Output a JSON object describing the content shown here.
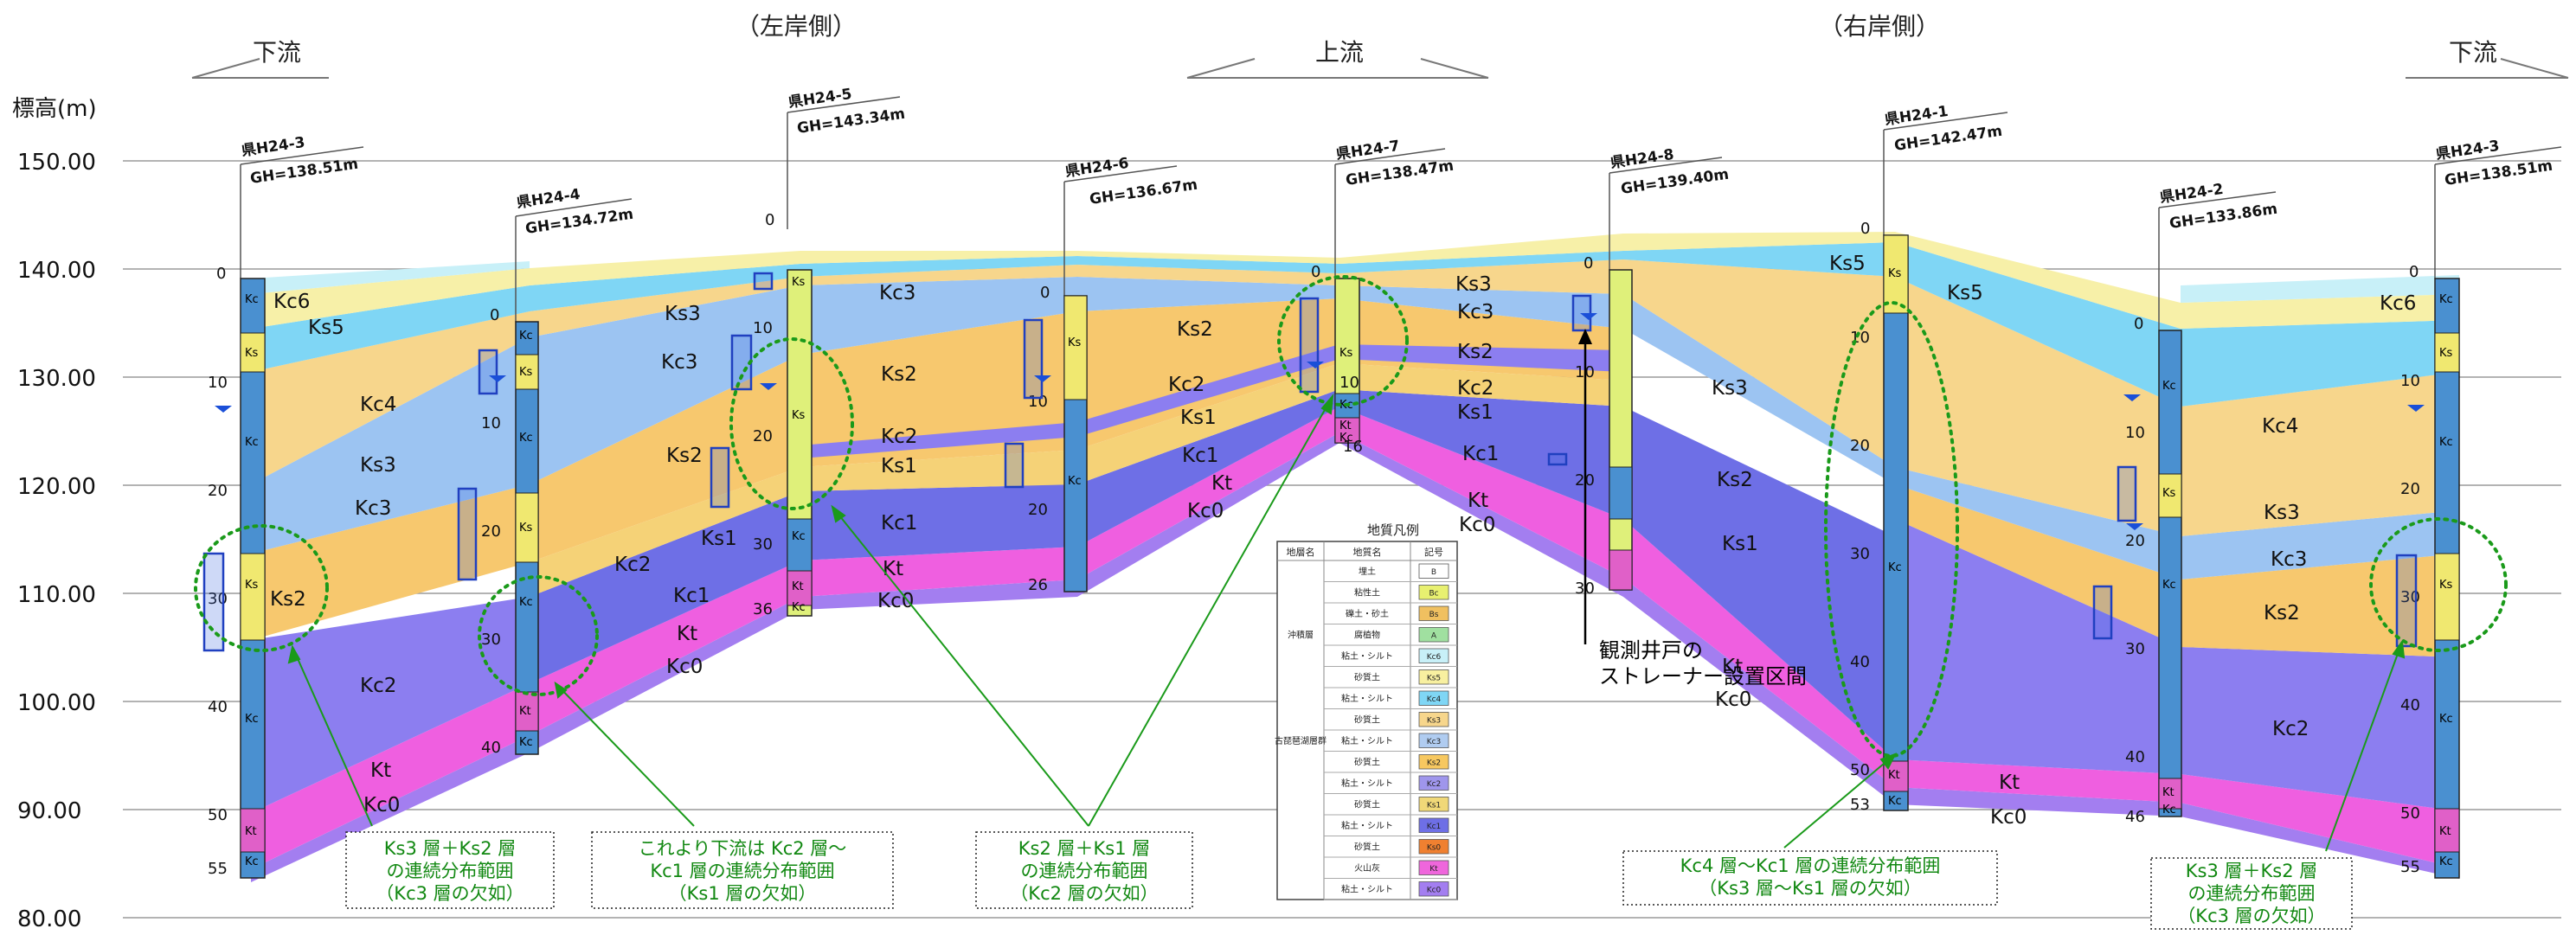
{
  "header": {
    "downstream_left": "下流",
    "left_bank": "（左岸側）",
    "upstream": "上流",
    "right_bank": "（右岸側）",
    "downstream_right": "下流"
  },
  "axis": {
    "label": "標高(m)",
    "ticks": [
      "150.00",
      "140.00",
      "130.00",
      "120.00",
      "110.00",
      "100.00",
      "90.00",
      "80.00"
    ]
  },
  "boreholes": [
    {
      "name": "県H24-3",
      "gh": "GH=138.51m",
      "depths": [
        "0",
        "10",
        "20",
        "30",
        "40",
        "50",
        "55"
      ]
    },
    {
      "name": "県H24-4",
      "gh": "GH=134.72m",
      "depths": [
        "0",
        "10",
        "20",
        "30",
        "40"
      ]
    },
    {
      "name": "県H24-5",
      "gh": "GH=143.34m",
      "depths": [
        "0",
        "10",
        "20",
        "30",
        "36"
      ]
    },
    {
      "name": "県H24-6",
      "gh": "GH=136.67m",
      "depths": [
        "0",
        "10",
        "20",
        "26"
      ]
    },
    {
      "name": "県H24-7",
      "gh": "GH=138.47m",
      "depths": [
        "0",
        "10",
        "16"
      ]
    },
    {
      "name": "県H24-8",
      "gh": "GH=139.40m",
      "depths": [
        "0",
        "10",
        "20",
        "30"
      ]
    },
    {
      "name": "県H24-1",
      "gh": "GH=142.47m",
      "depths": [
        "0",
        "10",
        "20",
        "30",
        "40",
        "50",
        "53"
      ]
    },
    {
      "name": "県H24-2",
      "gh": "GH=133.86m",
      "depths": [
        "0",
        "10",
        "20",
        "30",
        "40",
        "46"
      ]
    },
    {
      "name": "県H24-3",
      "gh": "GH=138.51m",
      "depths": [
        "0",
        "10",
        "20",
        "30",
        "40",
        "50",
        "55"
      ]
    }
  ],
  "core_codes": {
    "h3a": [
      "Kc",
      "Ks",
      "Kc",
      "Ks",
      "Kc",
      "Kt",
      "Kc"
    ],
    "h4": [
      "Kc",
      "Ks",
      "Kc",
      "Ks",
      "Kc",
      "Kt",
      "Kc"
    ],
    "h5": [
      "Ks",
      "Ks",
      "Kc",
      "Kt",
      "Kc"
    ],
    "h6": [
      "Ks",
      "Kc"
    ],
    "h7": [
      "Ks",
      "Kc",
      "Kt",
      "Kc"
    ],
    "h1": [
      "Ks",
      "Kc",
      "Kt",
      "Kc"
    ],
    "h2": [
      "Kc",
      "Ks",
      "Kc",
      "Kt",
      "Kc"
    ],
    "h3b": [
      "Kc",
      "Ks",
      "Kc",
      "Ks",
      "Kc",
      "Kt",
      "Kc"
    ]
  },
  "layer_labels": [
    "Kc6",
    "Ks5",
    "Kc4",
    "Ks3",
    "Kc3",
    "Ks2",
    "Kc2",
    "Kt",
    "Kc0",
    "Ks3",
    "Kc3",
    "Ks2",
    "Ks1",
    "Kc2",
    "Kc1",
    "Kt",
    "Kc0",
    "Kc3",
    "Ks2",
    "Kc2",
    "Ks1",
    "Kc1",
    "Kt",
    "Kc0",
    "Ks2",
    "Kc2",
    "Ks1",
    "Kc1",
    "Kt",
    "Kc0",
    "Ks3",
    "Kc3",
    "Ks2",
    "Kc2",
    "Ks1",
    "Kc1",
    "Kt",
    "Kc0",
    "Ks5",
    "Ks3",
    "Ks2",
    "Ks1",
    "Kt",
    "Kc0",
    "Ks5",
    "Kc4",
    "Ks3",
    "Kc3",
    "Ks2",
    "Kc2",
    "Kt",
    "Kc0",
    "Kc6"
  ],
  "callouts": {
    "c1": [
      "Ks3 層＋Ks2 層",
      "の連続分布範囲",
      "（Kc3 層の欠如）"
    ],
    "c2": [
      "これより下流は Kc2 層～",
      "Kc1 層の連続分布範囲",
      "（Ks1 層の欠如）"
    ],
    "c3": [
      "Ks2 層＋Ks1 層",
      "の連続分布範囲",
      "（Kc2 層の欠如）"
    ],
    "c4": [
      "Kc4 層～Kc1 層の連続分布範囲",
      "（Ks3 層～Ks1 層の欠如）"
    ],
    "c5": [
      "Ks3 層＋Ks2 層",
      "の連続分布範囲",
      "（Kc3 層の欠如）"
    ],
    "strainer": [
      "観測井戸の",
      "ストレーナー設置区間"
    ]
  },
  "legend": {
    "title": "地質凡例",
    "headers": [
      "地層名",
      "地質名",
      "記号"
    ],
    "rows": [
      {
        "formation": "",
        "name": "埋土",
        "code": "B"
      },
      {
        "formation": "",
        "name": "粘性土",
        "code": "Bc"
      },
      {
        "formation": "",
        "name": "礫土・砂土",
        "code": "Bs"
      },
      {
        "formation": "沖積層",
        "name": "腐植物",
        "code": "A"
      },
      {
        "formation": "",
        "name": "粘土・シルト",
        "code": "Kc6"
      },
      {
        "formation": "",
        "name": "砂質土",
        "code": "Ks5"
      },
      {
        "formation": "",
        "name": "粘土・シルト",
        "code": "Kc4"
      },
      {
        "formation": "",
        "name": "砂質土",
        "code": "Ks3"
      },
      {
        "formation": "古琵琶湖層群",
        "name": "粘土・シルト",
        "code": "Kc3"
      },
      {
        "formation": "",
        "name": "砂質土",
        "code": "Ks2"
      },
      {
        "formation": "",
        "name": "粘土・シルト",
        "code": "Kc2"
      },
      {
        "formation": "",
        "name": "砂質土",
        "code": "Ks1"
      },
      {
        "formation": "",
        "name": "粘土・シルト",
        "code": "Kc1"
      },
      {
        "formation": "",
        "name": "砂質土",
        "code": "Ks0"
      },
      {
        "formation": "",
        "name": "火山灰",
        "code": "Kt"
      },
      {
        "formation": "",
        "name": "粘土・シルト",
        "code": "Kc0"
      }
    ],
    "colors": [
      "#ffffff",
      "#e8f070",
      "#f0c060",
      "#a0e0a0",
      "#c8f0f8",
      "#f8f0a0",
      "#7fd6f5",
      "#f7d68c",
      "#b0ccf0",
      "#f7c860",
      "#9f96ec",
      "#f0d878",
      "#6e6fe6",
      "#f08030",
      "#ef66dc",
      "#a37ef0"
    ]
  },
  "colors": {
    "Kc6": "#c8f0f8",
    "Ks5": "#f7f0a8",
    "Kc4": "#7fd6f5",
    "Ks3": "#f7d68c",
    "Kc3": "#9cc4f2",
    "Ks2": "#f7c86e",
    "Kc2": "#8c7ef0",
    "Ks1": "#f5d277",
    "Kc1": "#6e6fe6",
    "Kt": "#ef5fe0",
    "Kc0": "#a37ef0",
    "ellipse": "#1a9a1a",
    "callout_text": "#118811"
  }
}
